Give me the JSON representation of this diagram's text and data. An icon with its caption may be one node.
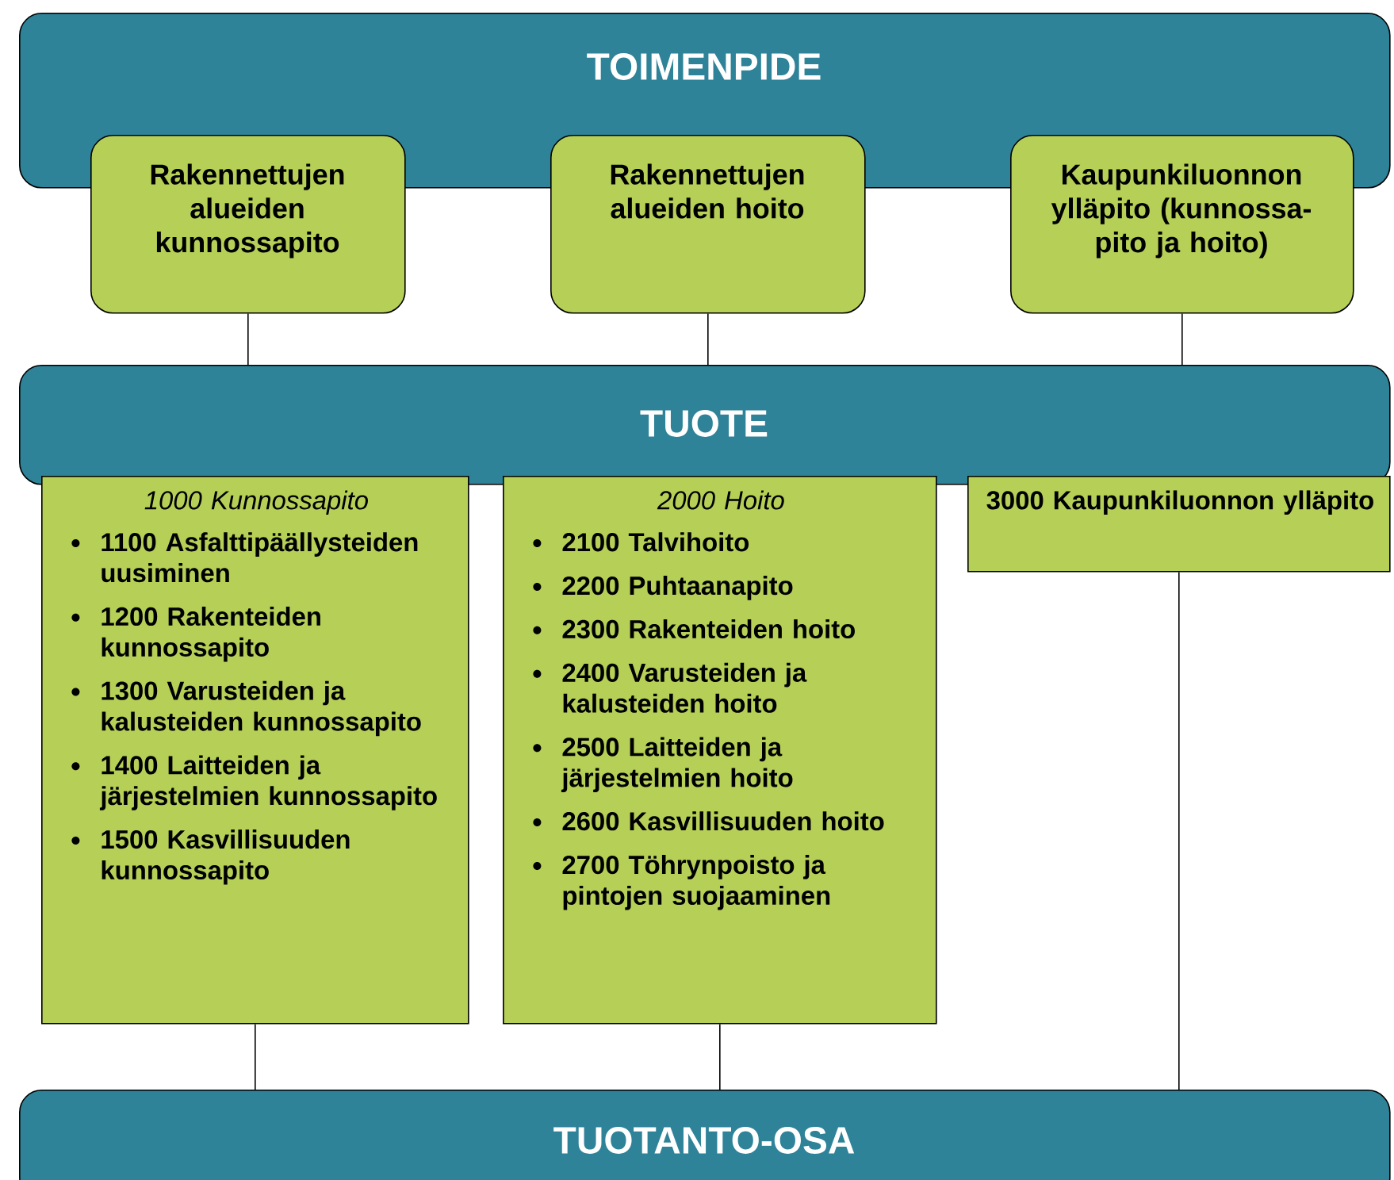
{
  "diagram": {
    "nodes": [
      {
        "text": [
          "TOIMENPIDE"
        ]
      },
      {
        "text": [
          "Rakennettujen alueiden kunnossapito"
        ]
      },
      {
        "text": [
          "Rakennettujen alueiden hoito"
        ]
      },
      {
        "text": [
          "Kaupunkiluonnon ylläpito (kunnossa-pito ja hoito)"
        ]
      },
      {
        "text": [
          "TUOTE"
        ]
      },
      {
        "text": [
          "1000 Kunnossapito",
          "1100 Asfalttipäällysteiden uusiminen",
          "1200 Rakenteiden kunnossapito",
          "1300 Varusteiden ja kalusteiden kunnossapito",
          "1400 Laitteiden ja järjestelmien kunnossapito",
          "1500 Kasvillisuuden kunnossapito"
        ]
      },
      {
        "text": [
          "2000 Hoito",
          "2100 Talvihoito",
          "2200 Puhtaanapito",
          "2300 Rakenteiden hoito",
          "2400 Varusteiden ja kalusteiden hoito",
          "2500 Laitteiden ja järjestelmien hoito",
          "2600 Kasvillisuuden hoito",
          "2700 Töhrynpoisto ja pintojen suojaaminen"
        ]
      },
      {
        "text": [
          "3000 Kaupunkiluonnon ylläpito"
        ]
      },
      {
        "text": [
          "TUOTANTO-OSA"
        ]
      }
    ],
    "edges": [
      {
        "from": 1,
        "to": 4,
        "arrow": "none"
      },
      {
        "from": 2,
        "to": 4,
        "arrow": "none"
      },
      {
        "from": 3,
        "to": 4,
        "arrow": "none"
      },
      {
        "from": 5,
        "to": 8,
        "arrow": "none"
      },
      {
        "from": 6,
        "to": 8,
        "arrow": "none"
      },
      {
        "from": 7,
        "to": 8,
        "arrow": "none"
      }
    ]
  }
}
